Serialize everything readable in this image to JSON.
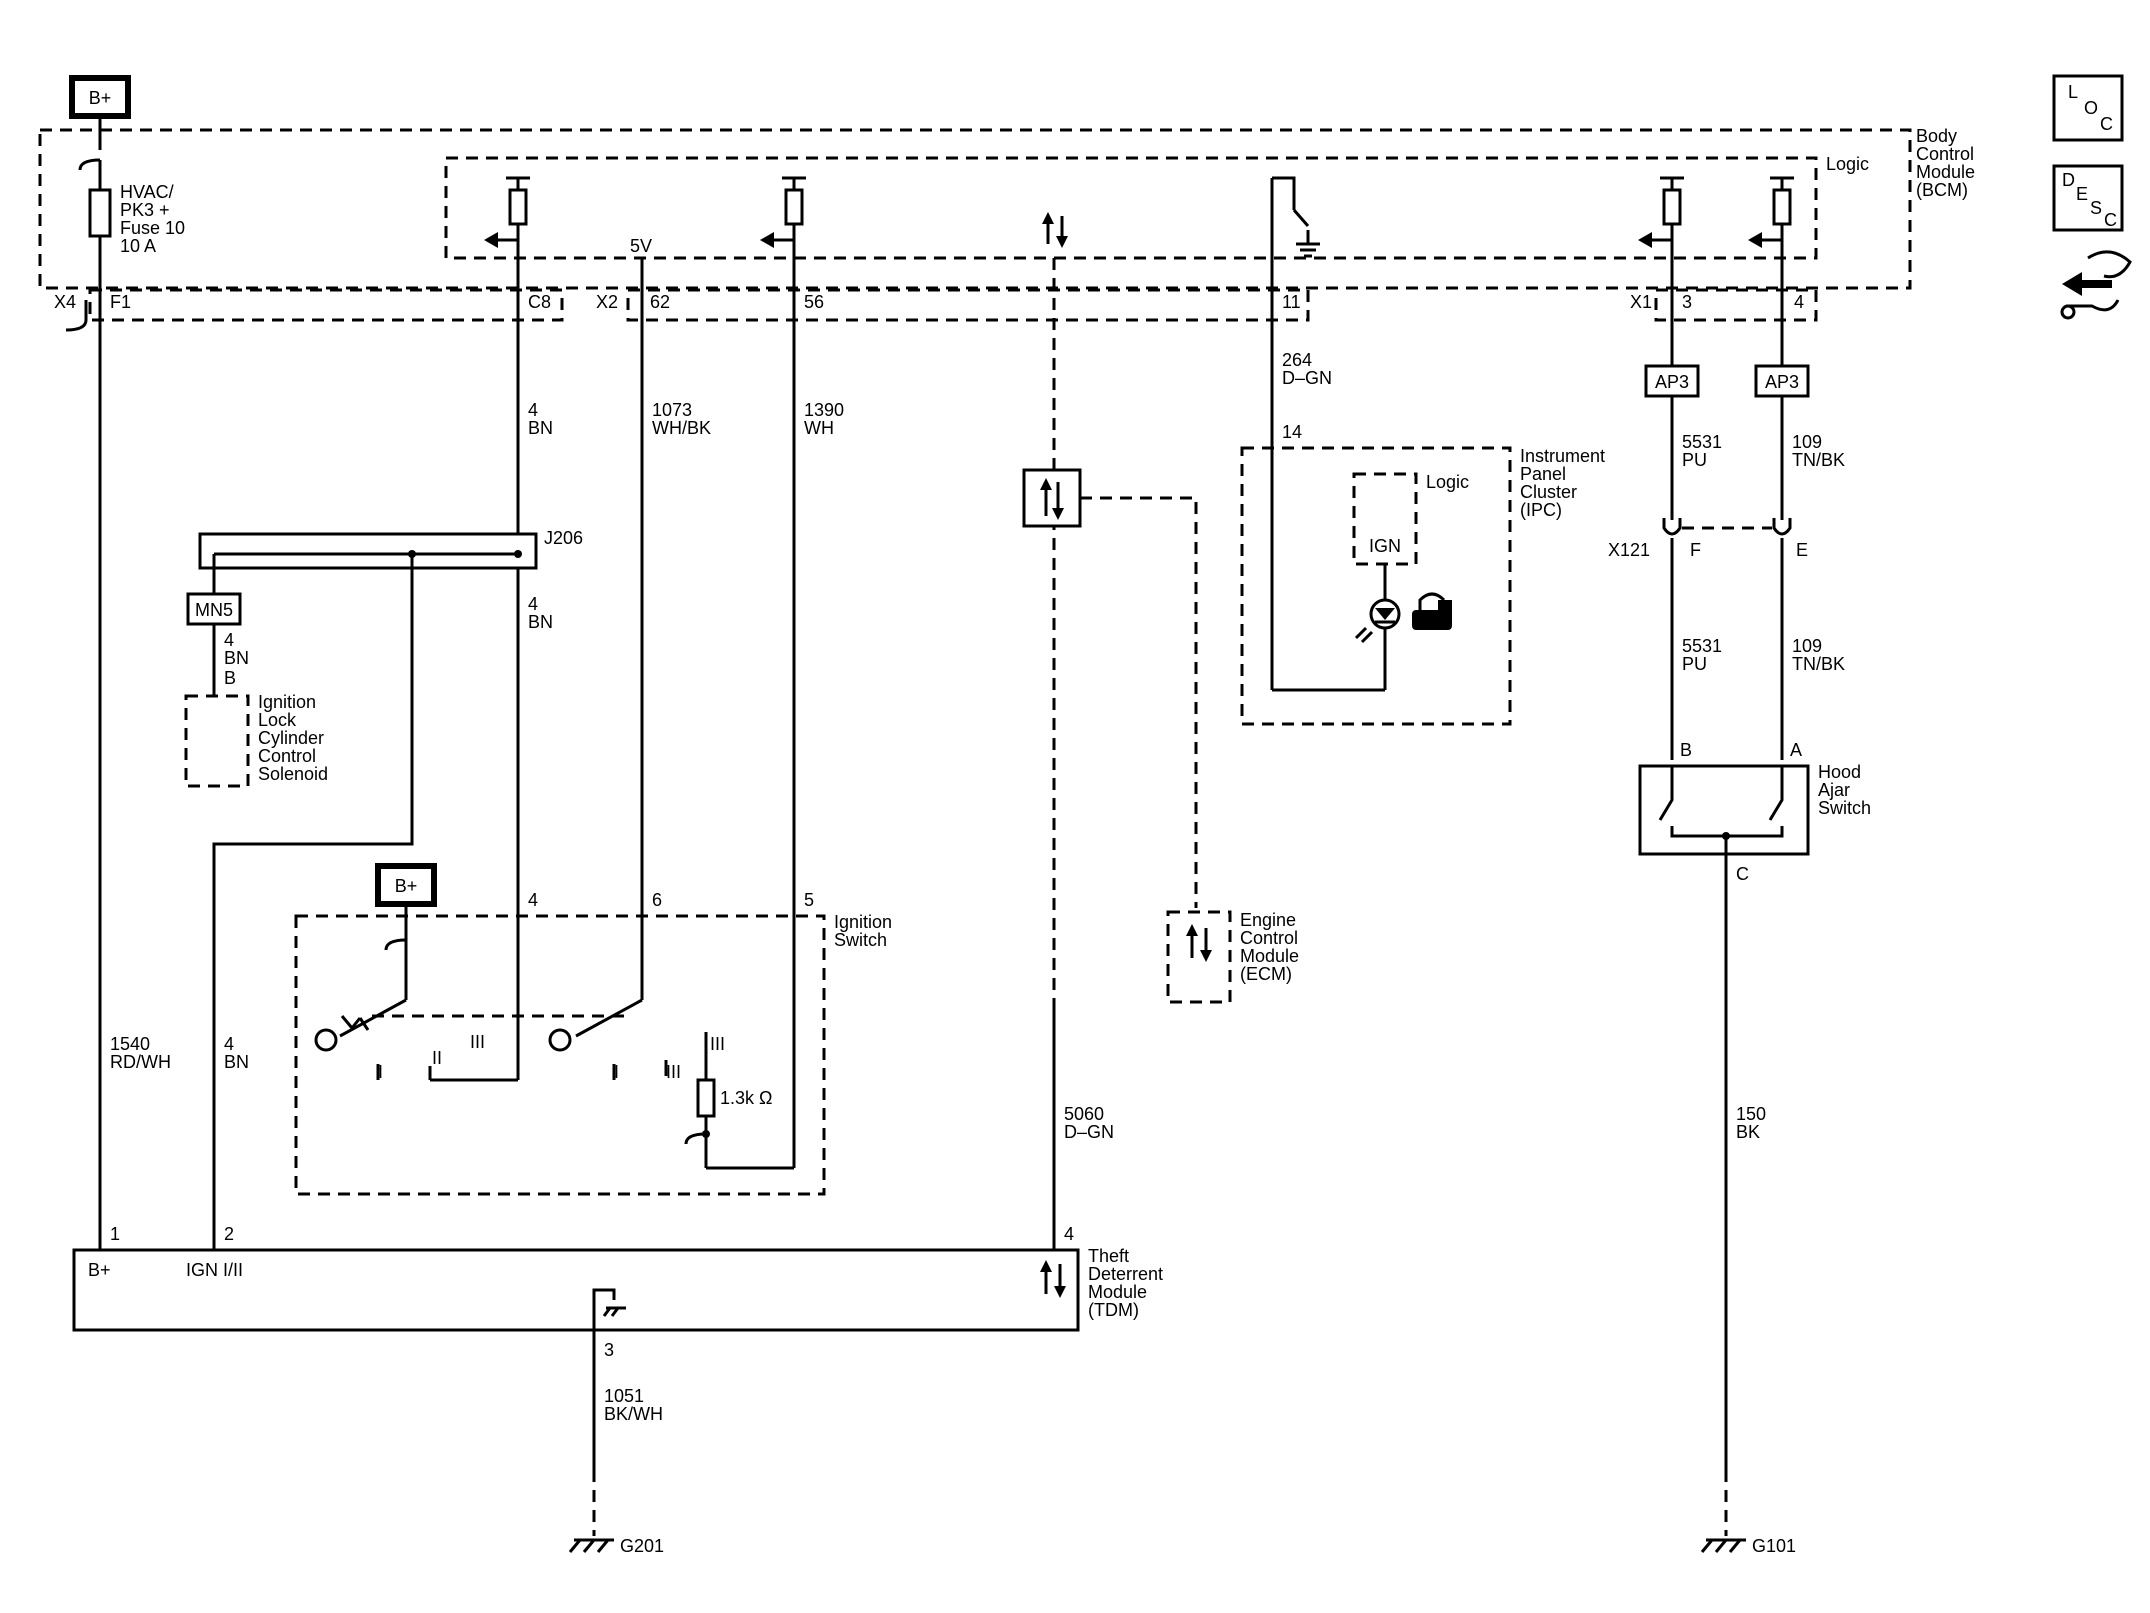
{
  "bplus_top": "B+",
  "bplus_switch": "B+",
  "hvac": [
    "HVAC/",
    "PK3 +",
    "Fuse 10",
    "10 A"
  ],
  "bcm": {
    "label": [
      "Body",
      "Control",
      "Module",
      "(BCM)"
    ],
    "logic": "Logic",
    "v5": "5V"
  },
  "connectors": {
    "x4": "X4",
    "f1": "F1",
    "c8": "C8",
    "x2": "X2",
    "p62": "62",
    "p56": "56",
    "p11": "11",
    "x1": "X1",
    "p3": "3",
    "p4": "4"
  },
  "wires": {
    "w_4bn_a": [
      "4",
      "BN"
    ],
    "w_1073": [
      "1073",
      "WH/BK"
    ],
    "w_1390": [
      "1390",
      "WH"
    ],
    "w_264": [
      "264",
      "D–GN"
    ],
    "w_5531_a": [
      "5531",
      "PU"
    ],
    "w_109_a": [
      "109",
      "TN/BK"
    ],
    "w_4bn_b": [
      "4",
      "BN"
    ],
    "w_4bn_c": [
      "4",
      "BN"
    ],
    "w_4bn_d": [
      "4",
      "BN"
    ],
    "w_1540": [
      "1540",
      "RD/WH"
    ],
    "w_5060": [
      "5060",
      "D–GN"
    ],
    "w_5531_b": [
      "5531",
      "PU"
    ],
    "w_109_b": [
      "109",
      "TN/BK"
    ],
    "w_150": [
      "150",
      "BK"
    ],
    "w_1051": [
      "1051",
      "BK/WH"
    ]
  },
  "splice": "J206",
  "mn5": "MN5",
  "pin_b": "B",
  "solenoid": [
    "Ignition",
    "Lock",
    "Cylinder",
    "Control",
    "Solenoid"
  ],
  "ipc": {
    "label": [
      "Instrument",
      "Panel",
      "Cluster",
      "(IPC)"
    ],
    "logic": "Logic",
    "ign": "IGN",
    "pin14": "14"
  },
  "ap3_left": "AP3",
  "ap3_right": "AP3",
  "x121": {
    "name": "X121",
    "f": "F",
    "e": "E"
  },
  "hood": {
    "label": [
      "Hood",
      "Ajar",
      "Switch"
    ],
    "pin_b": "B",
    "pin_a": "A",
    "pin_c": "C"
  },
  "ignition_switch": {
    "label": [
      "Ignition",
      "Switch"
    ],
    "p4": "4",
    "p6": "6",
    "p5": "5",
    "resistor": "1.3k Ω",
    "iii_a": "III",
    "ii_a": "II",
    "i_a": "I",
    "iii_b": "III",
    "ii_b": "II",
    "i_b": "I",
    "iii_c": "III"
  },
  "ecm": [
    "Engine",
    "Control",
    "Module",
    "(ECM)"
  ],
  "tdm": {
    "label": [
      "Theft",
      "Deterrent",
      "Module",
      "(TDM)"
    ],
    "bplus": "B+",
    "ign": "IGN I/II",
    "p1": "1",
    "p2": "2",
    "p3": "3",
    "p4": "4"
  },
  "grounds": {
    "g201": "G201",
    "g101": "G101"
  },
  "icons": [
    "loc-icon",
    "desc-icon",
    "troubleshoot-icon"
  ],
  "icon_text": {
    "loc": [
      "L",
      "O",
      "C"
    ],
    "desc": [
      "D",
      "E",
      "S",
      "C"
    ]
  }
}
